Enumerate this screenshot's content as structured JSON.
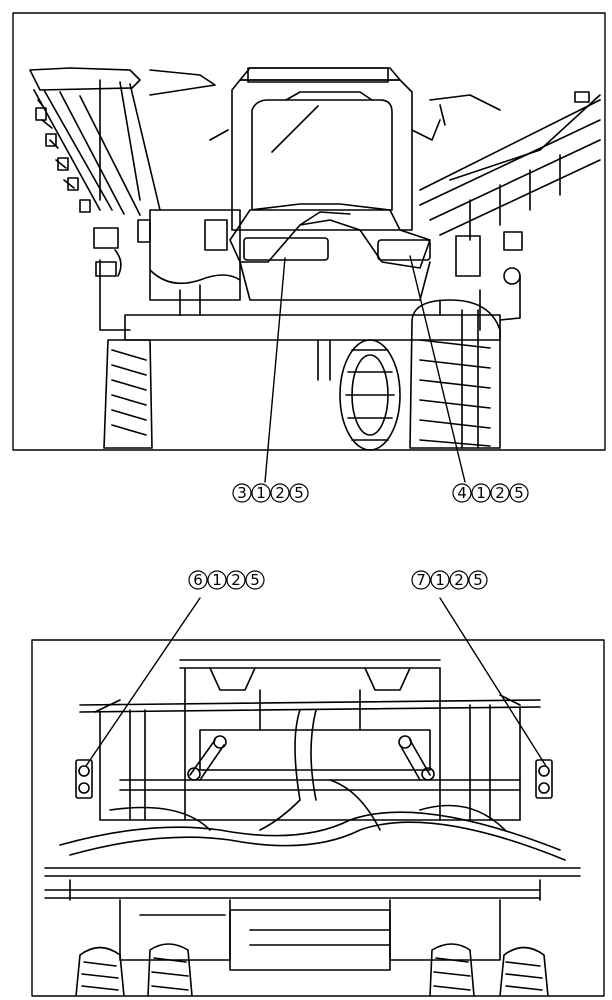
{
  "figure": {
    "callouts": [
      {
        "id": "c1",
        "digits": [
          "3",
          "1",
          "2",
          "5"
        ]
      },
      {
        "id": "c2",
        "digits": [
          "4",
          "1",
          "2",
          "5"
        ]
      },
      {
        "id": "c3",
        "digits": [
          "6",
          "1",
          "2",
          "5"
        ]
      },
      {
        "id": "c4",
        "digits": [
          "7",
          "1",
          "2",
          "5"
        ]
      }
    ],
    "line_color": "#000000",
    "background": "#ffffff"
  }
}
